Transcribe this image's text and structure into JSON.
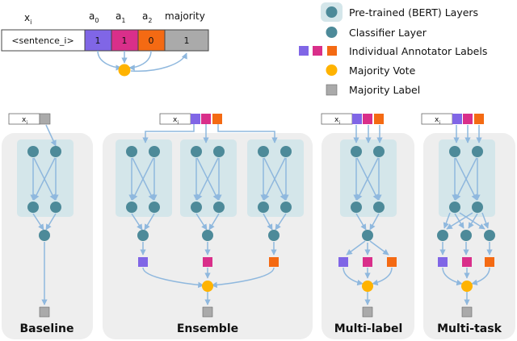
{
  "colors": {
    "purple": "#8066e6",
    "magenta": "#d92f8a",
    "orange": "#f46a13",
    "gray_label": "#aaaaaa",
    "yellow": "#ffb300",
    "teal": "#4d8a99",
    "panel_bg": "#eeeeee",
    "bert_bg": "#d4e6ea",
    "arrow": "#8fb8de"
  },
  "top_example": {
    "x_label": "x",
    "x_sub": "i",
    "a0_label": "a",
    "a0_sub": "0",
    "a1_label": "a",
    "a1_sub": "1",
    "a2_label": "a",
    "a2_sub": "2",
    "majority_label": "majority",
    "sentence": "<sentence_i>",
    "a0_value": "1",
    "a1_value": "1",
    "a2_value": "0",
    "majority_value": "1"
  },
  "legend": {
    "pretrained": "Pre-trained (BERT) Layers",
    "classifier": "Classifier Layer",
    "annotator": "Individual Annotator Labels",
    "vote": "Majority Vote",
    "majority": "Majority Label"
  },
  "panels": {
    "input_x": "x",
    "input_sub": "i",
    "baseline": "Baseline",
    "ensemble": "Ensemble",
    "multilabel": "Multi-label",
    "multitask": "Multi-task"
  }
}
